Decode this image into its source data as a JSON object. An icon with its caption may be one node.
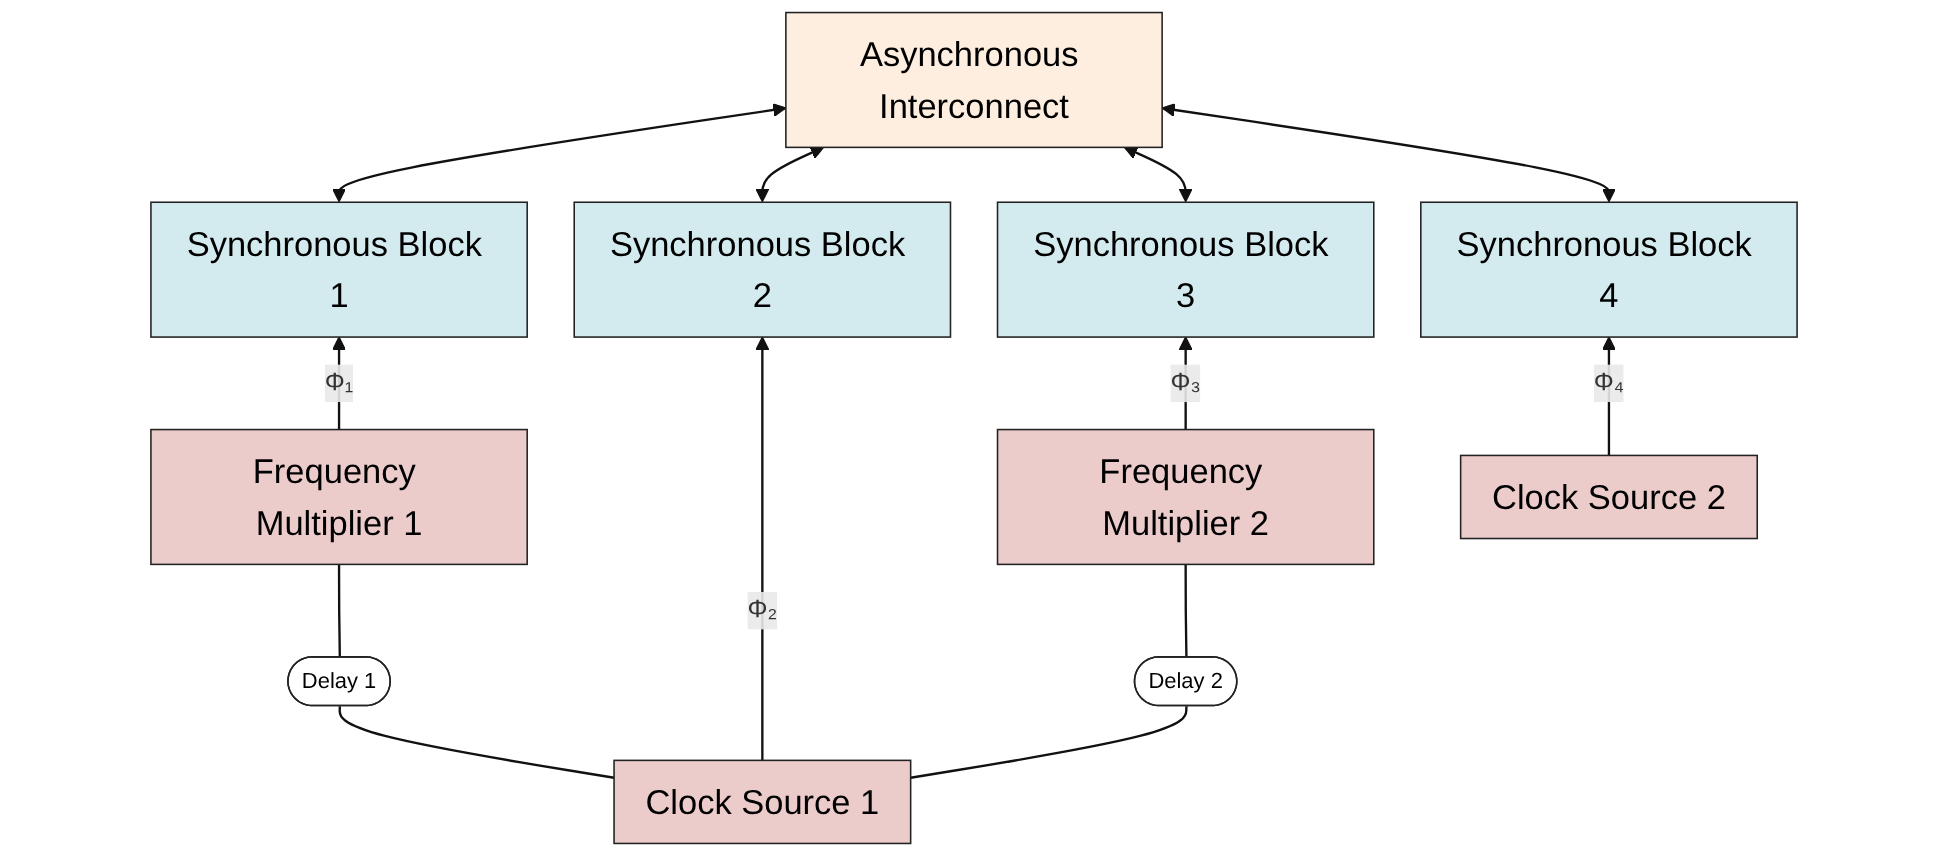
{
  "diagram": {
    "nodes": [
      {
        "text": [
          "Asynchronous Interconnect"
        ]
      },
      {
        "text": [
          "Synchronous Block 1"
        ]
      },
      {
        "text": [
          "Synchronous Block 2"
        ]
      },
      {
        "text": [
          "Synchronous Block 3"
        ]
      },
      {
        "text": [
          "Synchronous Block 4"
        ]
      },
      {
        "text": [
          "Frequency Multiplier 1"
        ]
      },
      {
        "text": [
          "Frequency Multiplier 2"
        ]
      },
      {
        "text": [
          "Delay 1"
        ]
      },
      {
        "text": [
          "Delay 2"
        ]
      },
      {
        "text": [
          "Clock Source 1"
        ]
      },
      {
        "text": [
          "Clock Source 2"
        ]
      }
    ],
    "edges": [
      {
        "from": 1,
        "to": 0,
        "arrow": "both"
      },
      {
        "from": 2,
        "to": 0,
        "arrow": "both"
      },
      {
        "from": 3,
        "to": 0,
        "arrow": "both"
      },
      {
        "from": 4,
        "to": 0,
        "arrow": "both"
      },
      {
        "from": 5,
        "to": 1,
        "arrow": "to",
        "label": "Φ₁"
      },
      {
        "from": 9,
        "to": 2,
        "arrow": "to",
        "label": "Φ₂"
      },
      {
        "from": 6,
        "to": 3,
        "arrow": "to",
        "label": "Φ₃"
      },
      {
        "from": 10,
        "to": 4,
        "arrow": "to",
        "label": "Φ₄"
      },
      {
        "from": 9,
        "to": 7,
        "arrow": "none"
      },
      {
        "from": 7,
        "to": 5,
        "arrow": "none"
      },
      {
        "from": 9,
        "to": 8,
        "arrow": "none"
      },
      {
        "from": 8,
        "to": 6,
        "arrow": "none"
      }
    ]
  }
}
